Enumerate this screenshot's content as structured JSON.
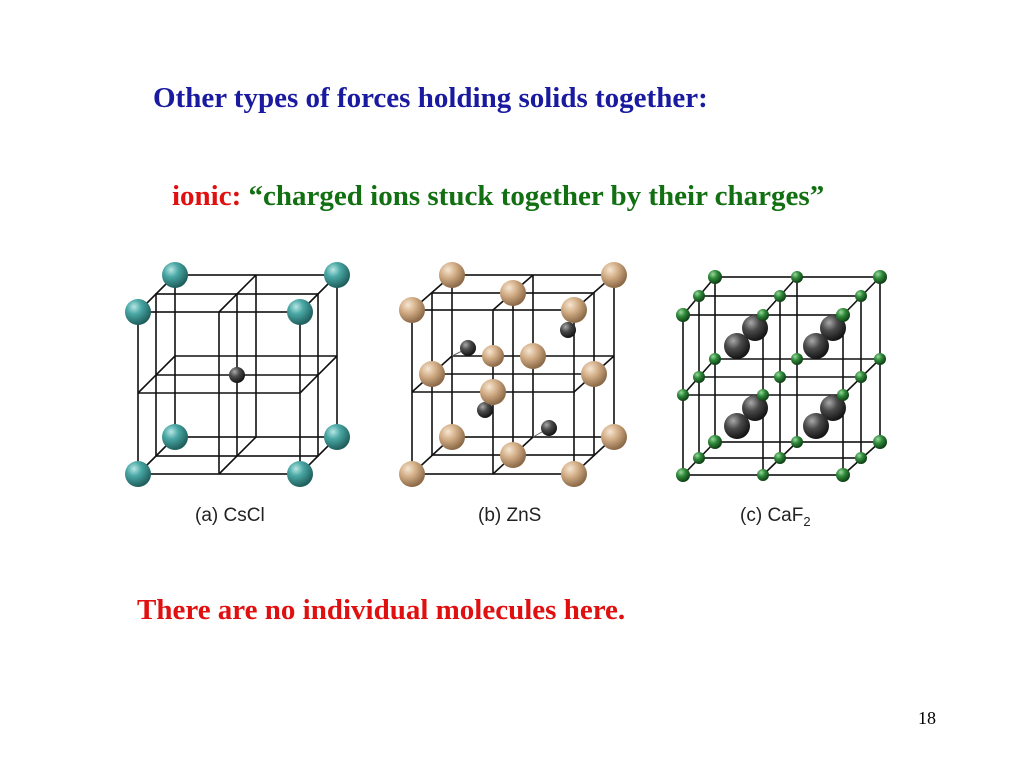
{
  "slide": {
    "title": "Other types of forces holding solids together:",
    "ionic_term": "ionic:",
    "ionic_desc": "“charged ions stuck together by their charges”",
    "note": "There are no individual molecules here.",
    "page_number": "18"
  },
  "figures": [
    {
      "label_prefix": "(a) ",
      "formula": "CsCl",
      "subscript": ""
    },
    {
      "label_prefix": "(b) ",
      "formula": "ZnS",
      "subscript": ""
    },
    {
      "label_prefix": "(c) ",
      "formula": "CaF",
      "subscript": "2"
    }
  ],
  "colors": {
    "title": "#1a1aa0",
    "ionic_term": "#e01010",
    "ionic_desc": "#127012",
    "note": "#e01010",
    "cs_atom": "#3f9a98",
    "zn_s_large_atom": "#d2b08a",
    "small_dark_atom": "#4a4a4a",
    "f_atom": "#2f8a3a",
    "ca_atom": "#4a4a4a"
  }
}
